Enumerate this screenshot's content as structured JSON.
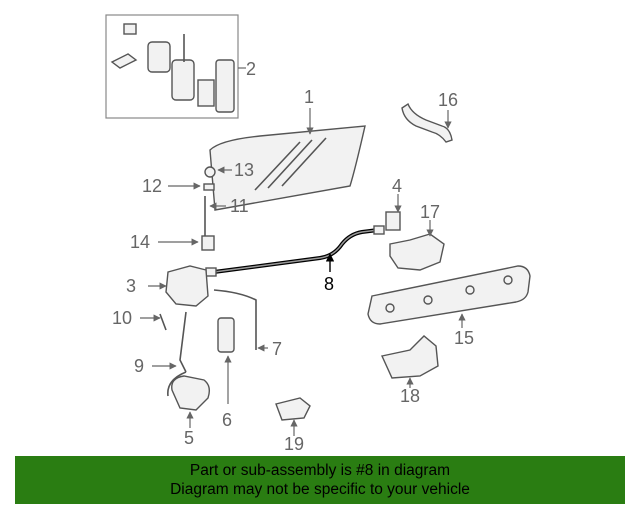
{
  "diagram": {
    "callouts": [
      "1",
      "2",
      "3",
      "4",
      "5",
      "6",
      "7",
      "8",
      "9",
      "10",
      "11",
      "12",
      "13",
      "14",
      "15",
      "16",
      "17",
      "18",
      "19"
    ],
    "highlighted_callout": "8",
    "highlight_color": "#000000",
    "callout_color": "#666666"
  },
  "footer": {
    "line1": "Part or sub-assembly is #8 in diagram",
    "line2": "Diagram may not be specific to your vehicle",
    "background_color": "#2a7d12"
  }
}
